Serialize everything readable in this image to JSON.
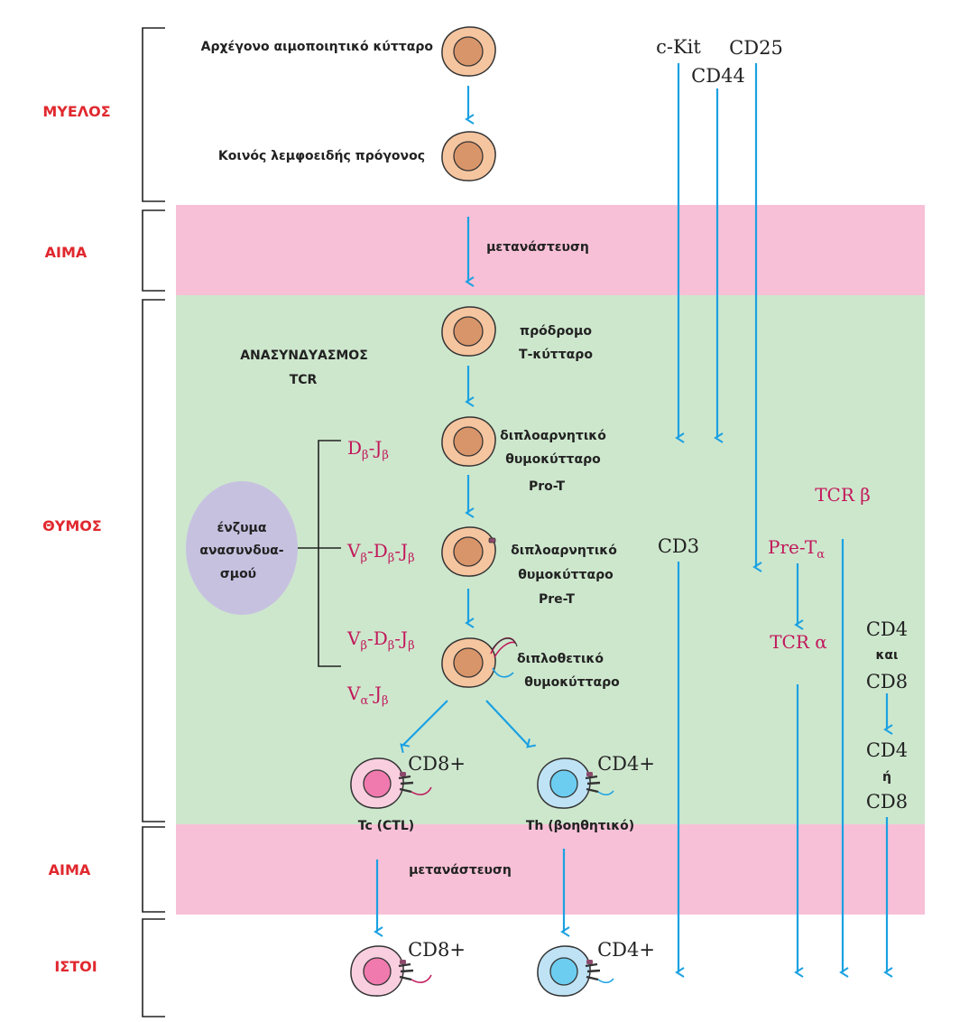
{
  "colors": {
    "red_label": "#e0282e",
    "magenta": "#c2185b",
    "arrow": "#1ba1e2",
    "blood_band": "#f7c0d6",
    "thymus_band": "#cde7cd",
    "cell_orange": "#f5c5a0",
    "cell_orange_nucleus": "#d9956a",
    "cell_pink": "#f9cfe0",
    "cell_pink_nucleus": "#f07aae",
    "cell_blue": "#bfe3f5",
    "cell_blue_nucleus": "#6ccdf0",
    "enzyme": "#c7c1e0"
  },
  "regions": {
    "marrow": "ΜΥΕΛΟΣ",
    "blood1": "ΑΙΜΑ",
    "thymus": "ΘΥΜΟΣ",
    "blood2": "ΑΙΜΑ",
    "tissues": "ΙΣΤΟΙ"
  },
  "cells": {
    "hsc": "Αρχέγονο αιμοποιητικό κύτταρο",
    "clp": "Κοινός λεμφοειδής πρόγονος",
    "precursor_line1": "πρόδρομο",
    "precursor_line2": "Τ-κύτταρο",
    "dn_line1": "διπλοαρνητικό",
    "dn_line2": "θυμοκύτταρο",
    "dn_line3": "Pro-T",
    "dn2_line1": "διπλοαρνητικό",
    "dn2_line2": "θυμοκύτταρο",
    "dn2_line3": "Pre-T",
    "dp_line1": "διπλοθετικό",
    "dp_line2": "θυμοκύτταρο",
    "tc": "Tc (CTL)",
    "th": "Th (βοηθητικό)"
  },
  "migration": {
    "first": "μετανάστευση",
    "second": "μετανάστευση"
  },
  "recombination": {
    "title_line1": "ΑΝΑΣΥΝΔΥΑΣΜΟΣ",
    "title_line2": "TCR",
    "enzyme_line1": "ένζυμα",
    "enzyme_line2": "ανασυνδυα-",
    "enzyme_line3": "σμού",
    "steps": {
      "dj": {
        "a": "D",
        "a_sub": "β",
        "sep1": "-J",
        "b_sub": "β"
      },
      "vdj1": {
        "a": "V",
        "a_sub": "β",
        "sep1": "-D",
        "b_sub": "β",
        "sep2": "-J",
        "c_sub": "β"
      },
      "vdj2": {
        "a": "V",
        "a_sub": "β",
        "sep1": "-D",
        "b_sub": "β",
        "sep2": "-J",
        "c_sub": "β"
      },
      "vj": {
        "a": "V",
        "a_sub": "α",
        "sep1": "-J",
        "b_sub": "β"
      }
    }
  },
  "markers": {
    "ckit": "c-Kit",
    "cd25": "CD25",
    "cd44": "CD44",
    "cd3": "CD3",
    "pre_t_alpha": "Pre-T",
    "pre_t_alpha_sub": "α",
    "tcr_beta": "TCR β",
    "tcr_alpha": "TCR α",
    "cd4_top": "CD4",
    "kai": "και",
    "cd8_top": "CD8",
    "cd4_bottom": "CD4",
    "or": "ή",
    "cd8_bottom": "CD8",
    "cd8plus_thymus": "CD8+",
    "cd4plus_thymus": "CD4+",
    "cd8plus_tissue": "CD8+",
    "cd4plus_tissue": "CD4+"
  }
}
